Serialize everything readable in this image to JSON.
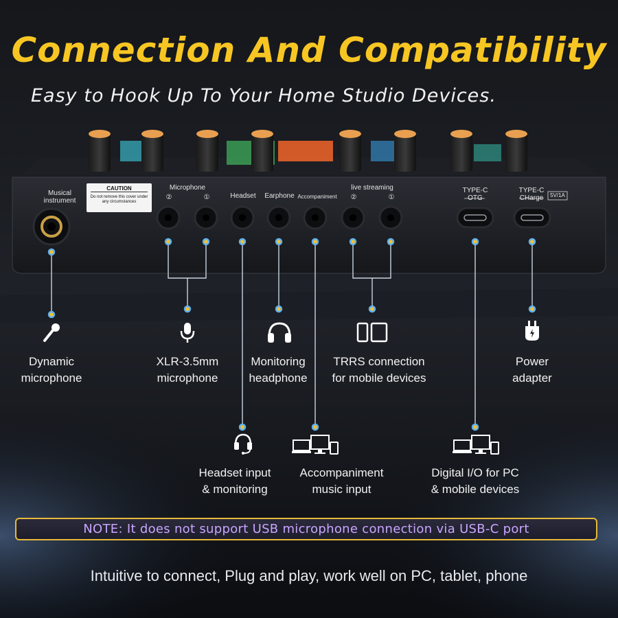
{
  "header": {
    "title": "Connection And Compatibility",
    "subtitle": "Easy to Hook Up To Your Home Studio Devices."
  },
  "device": {
    "ports": {
      "musical_instrument": "Musical\ninstrument",
      "microphone": "Microphone",
      "headset": "Headset",
      "earphone": "Earphone",
      "accompaniment": "Accompaniment",
      "live_streaming": "live streaming",
      "typec_otg": "TYPE-C\nOTG",
      "typec_charge": "TYPE-C\nCHarge",
      "charge_rating": "5V/1A",
      "num_2": "②",
      "num_1": "①"
    },
    "caution": {
      "heading": "CAUTION",
      "body": "Do not remove this cover under any circumstances"
    }
  },
  "connections": {
    "dynamic_mic": "Dynamic\nmicrophone",
    "xlr_mic": "XLR-3.5mm\nmicrophone",
    "monitoring_headphone": "Monitoring\nheadphone",
    "trrs": "TRRS connection\nfor mobile devices",
    "power": "Power\nadapter",
    "headset_input": "Headset input\n& monitoring",
    "accompaniment_input": "Accompaniment\nmusic input",
    "digital_io": "Digital I/O for PC\n& mobile devices"
  },
  "icons": [
    "microphone-icon",
    "mic-icon",
    "headphone-icon",
    "tablet-phone-icon",
    "plug-icon",
    "headset-icon",
    "devices-icon"
  ],
  "note": "NOTE: It does not support USB microphone connection via USB-C port",
  "footer": "Intuitive to connect, Plug and play, work well on PC, tablet, phone",
  "colors": {
    "title": "#f7c623",
    "accent_line": "#5fb0f0",
    "note_border": "#e8b93a",
    "note_text": "#c9a5ff"
  }
}
